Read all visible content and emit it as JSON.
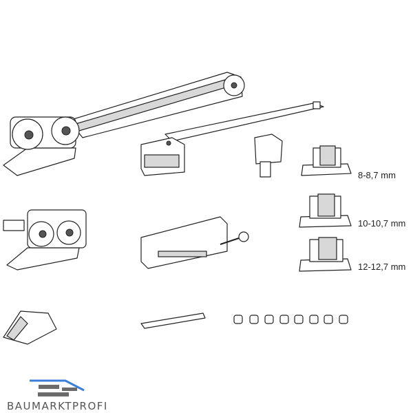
{
  "labels": {
    "size_1": "8-8,7 mm",
    "size_2": "10-10,7 mm",
    "size_3": "12-12,7 mm"
  },
  "logo": {
    "text": "BAUMARKTPROFI",
    "accent": "#3a7fd5",
    "gray": "#6b6b6b"
  }
}
